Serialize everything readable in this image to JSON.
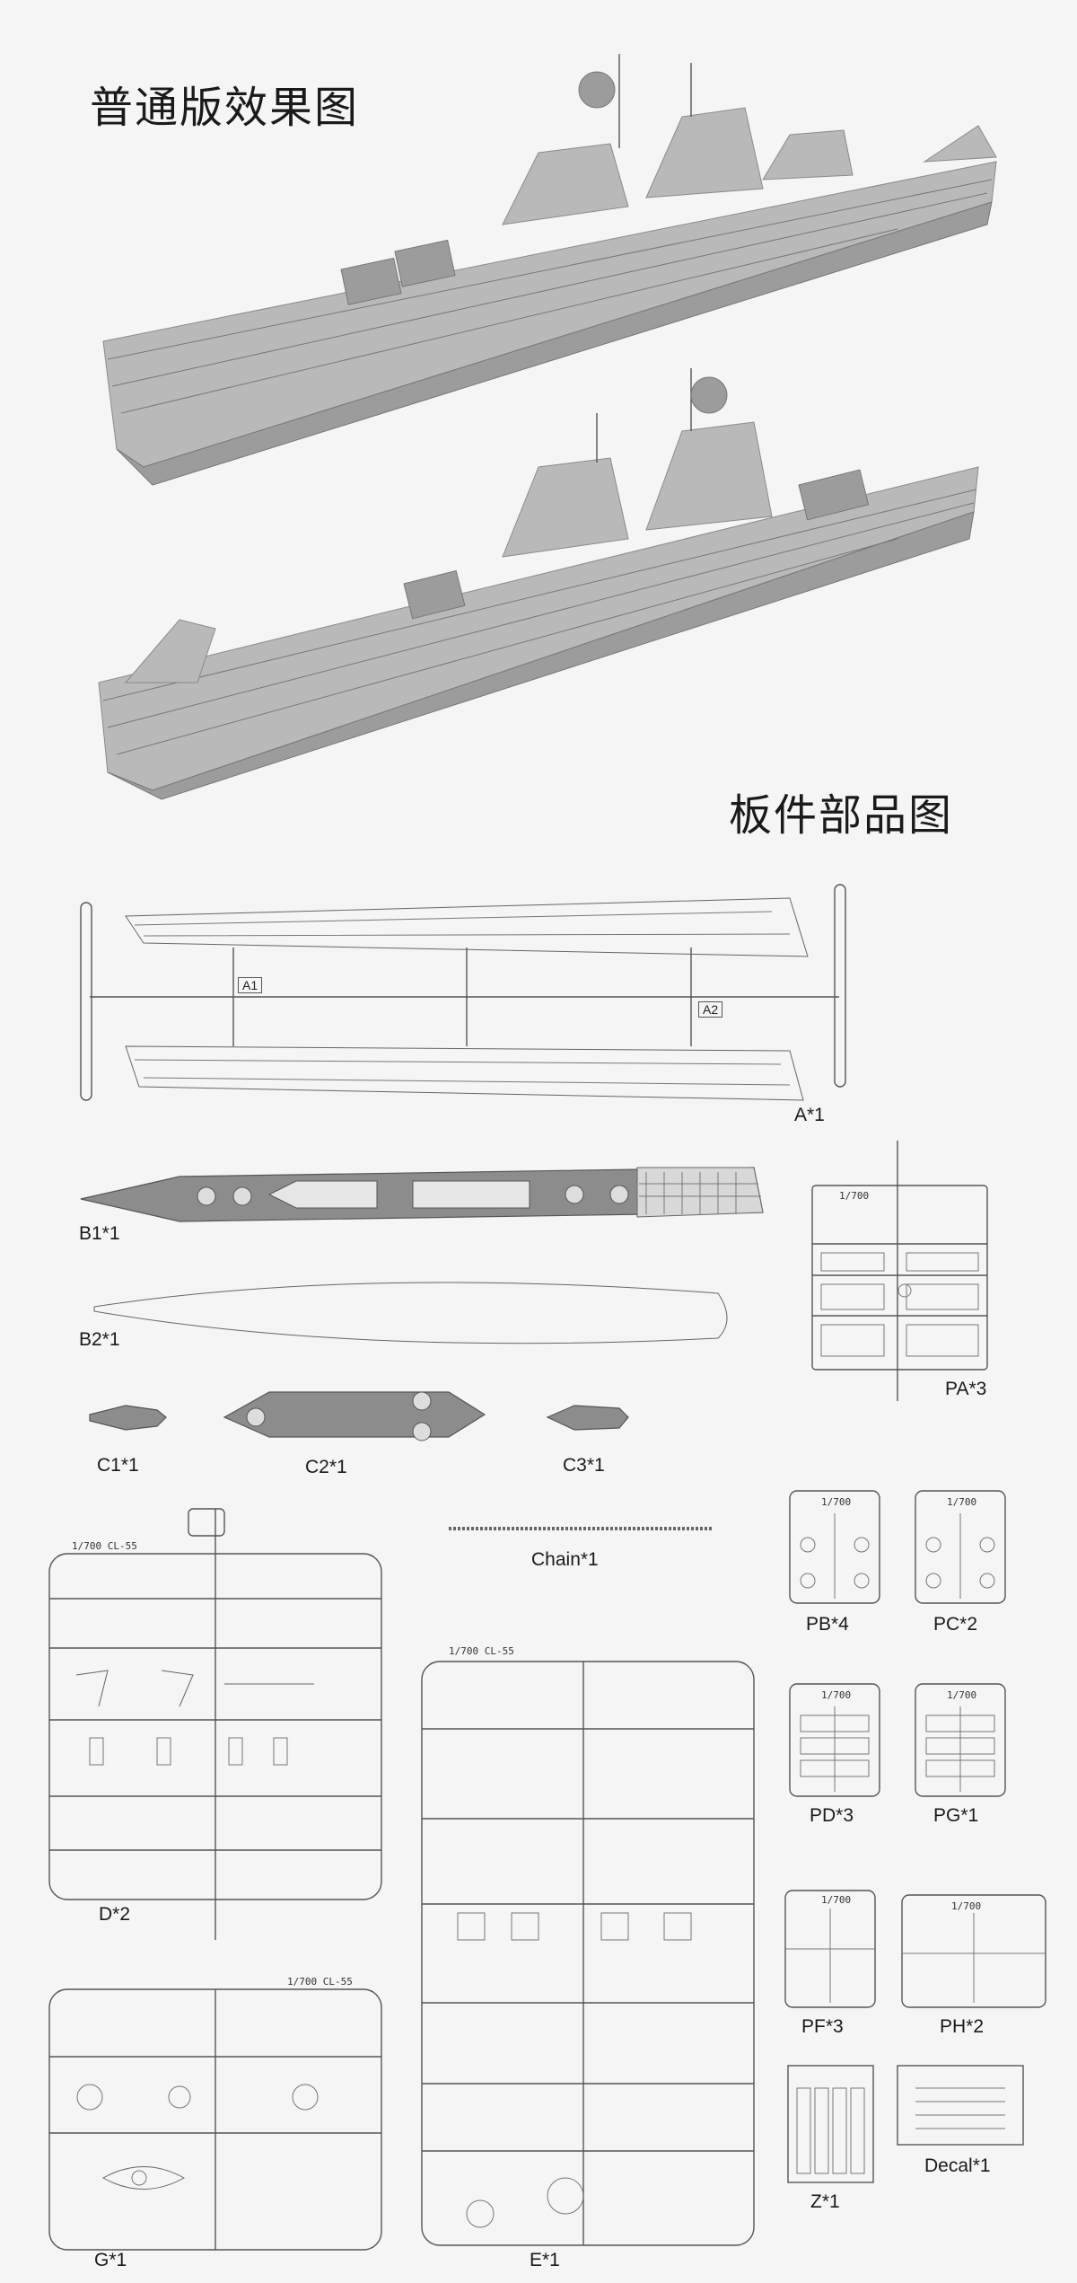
{
  "headings": {
    "render_title": "普通版效果图",
    "parts_title": "板件部品图"
  },
  "sprue_labels": {
    "A": "A*1",
    "A1": "A1",
    "A2": "A2",
    "B1": "B1*1",
    "B2": "B2*1",
    "PA": "PA*3",
    "C1": "C1*1",
    "C2": "C2*1",
    "C3": "C3*1",
    "Chain": "Chain*1",
    "PB": "PB*4",
    "PC": "PC*2",
    "D": "D*2",
    "PD": "PD*3",
    "PG": "PG*1",
    "E": "E*1",
    "PF": "PF*3",
    "PH": "PH*2",
    "G": "G*1",
    "Z": "Z*1",
    "Decal": "Decal*1"
  },
  "sprue_tags": {
    "D": "1/700 CL-55",
    "E": "1/700 CL-55",
    "G": "1/700 CL-55",
    "PA": "1/700",
    "PB": "1/700",
    "PC": "1/700",
    "PD": "1/700",
    "PG": "1/700",
    "PF": "1/700",
    "PH": "1/700"
  },
  "colors": {
    "background": "#f5f5f5",
    "ship": "#b9b9b9",
    "lines": "#555555"
  }
}
